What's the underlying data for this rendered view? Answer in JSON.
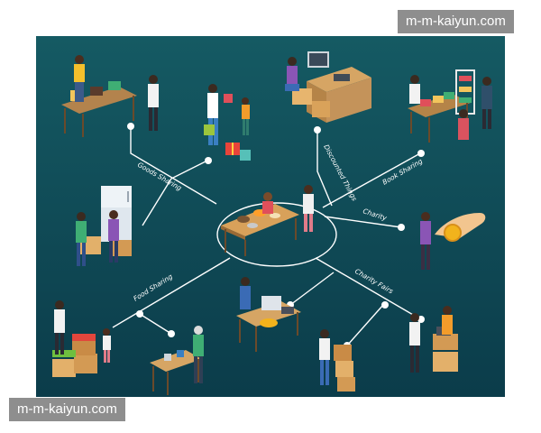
{
  "watermark": {
    "top": "m-m-kaiyun.com",
    "bottom": "m-m-kaiyun.com"
  },
  "colors": {
    "bg_top": "#155a63",
    "bg_bottom": "#0b3c4a",
    "line": "#ffffff"
  },
  "branches": {
    "goods_sharing": "Goods Sharing",
    "discounted_things": "Discounted Things",
    "book_sharing": "Book Sharing",
    "charity": "Charity",
    "food_sharing": "Food Sharing",
    "charity_fairs": "Charity Fairs"
  }
}
